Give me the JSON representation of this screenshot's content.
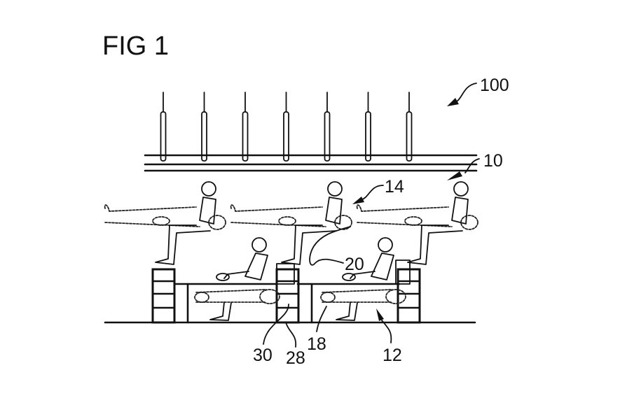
{
  "figure": {
    "title": "FIG 1",
    "reference_labels": {
      "assembly": "100",
      "ceiling": "10",
      "upper_level": "14",
      "lower_level": "12",
      "step": "20",
      "lower_seat": "18",
      "seat_block_a": "30",
      "seat_block_b": "28"
    },
    "hanger_count": 7,
    "upper_passenger_count": 3,
    "lower_passenger_count": 2,
    "seat_block_count": 3,
    "colors": {
      "ink": "#111111",
      "paper": "#ffffff"
    }
  }
}
